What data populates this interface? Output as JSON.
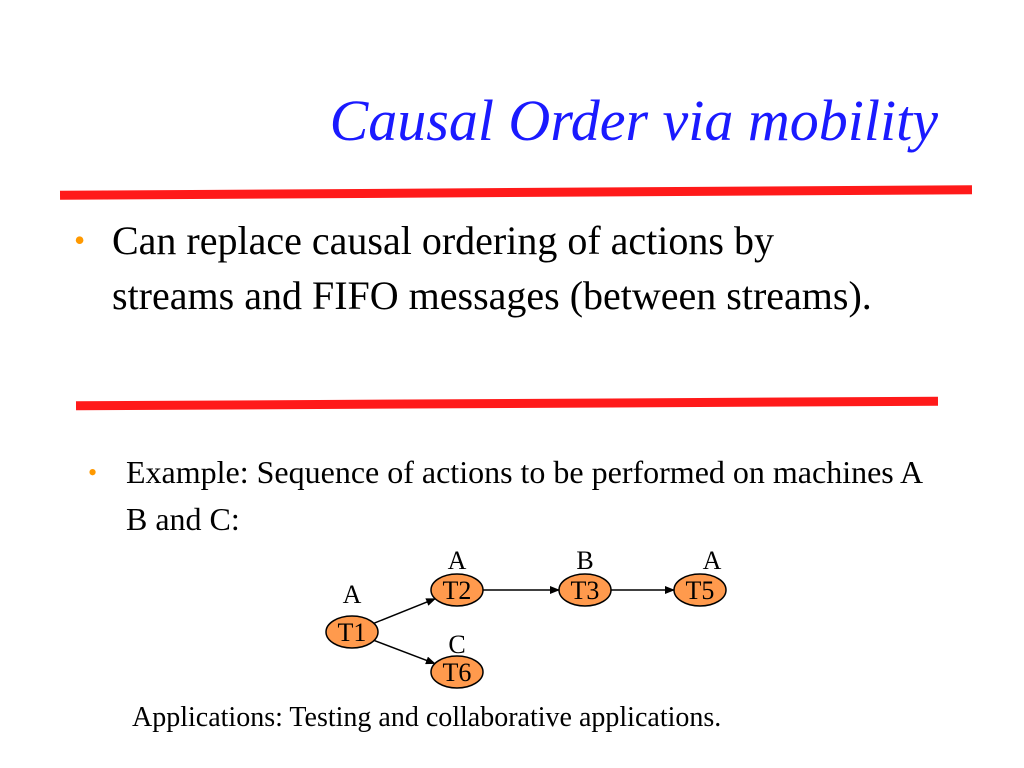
{
  "slide": {
    "title": "Causal Order via mobility",
    "bullets": [
      {
        "marker": "•",
        "text": "Can replace causal ordering of actions by streams and FIFO messages (between streams)."
      },
      {
        "marker": "•",
        "text": "Example: Sequence of actions to be performed on machines A B and C:"
      }
    ],
    "footer": "Applications: Testing and collaborative applications."
  },
  "diagram": {
    "nodes": [
      {
        "id": "T1",
        "label": "T1",
        "machine": "A"
      },
      {
        "id": "T2",
        "label": "T2",
        "machine": "A"
      },
      {
        "id": "T3",
        "label": "T3",
        "machine": "B"
      },
      {
        "id": "T5",
        "label": "T5",
        "machine": "A"
      },
      {
        "id": "T6",
        "label": "T6",
        "machine": "C"
      }
    ],
    "edges": [
      {
        "from": "T1",
        "to": "T2"
      },
      {
        "from": "T1",
        "to": "T6"
      },
      {
        "from": "T2",
        "to": "T3"
      },
      {
        "from": "T3",
        "to": "T5"
      }
    ]
  },
  "colors": {
    "title": "#1a1aff",
    "rule": "#ff1a1a",
    "bullet": "#ff9900",
    "node_fill": "#ff9a4d"
  }
}
